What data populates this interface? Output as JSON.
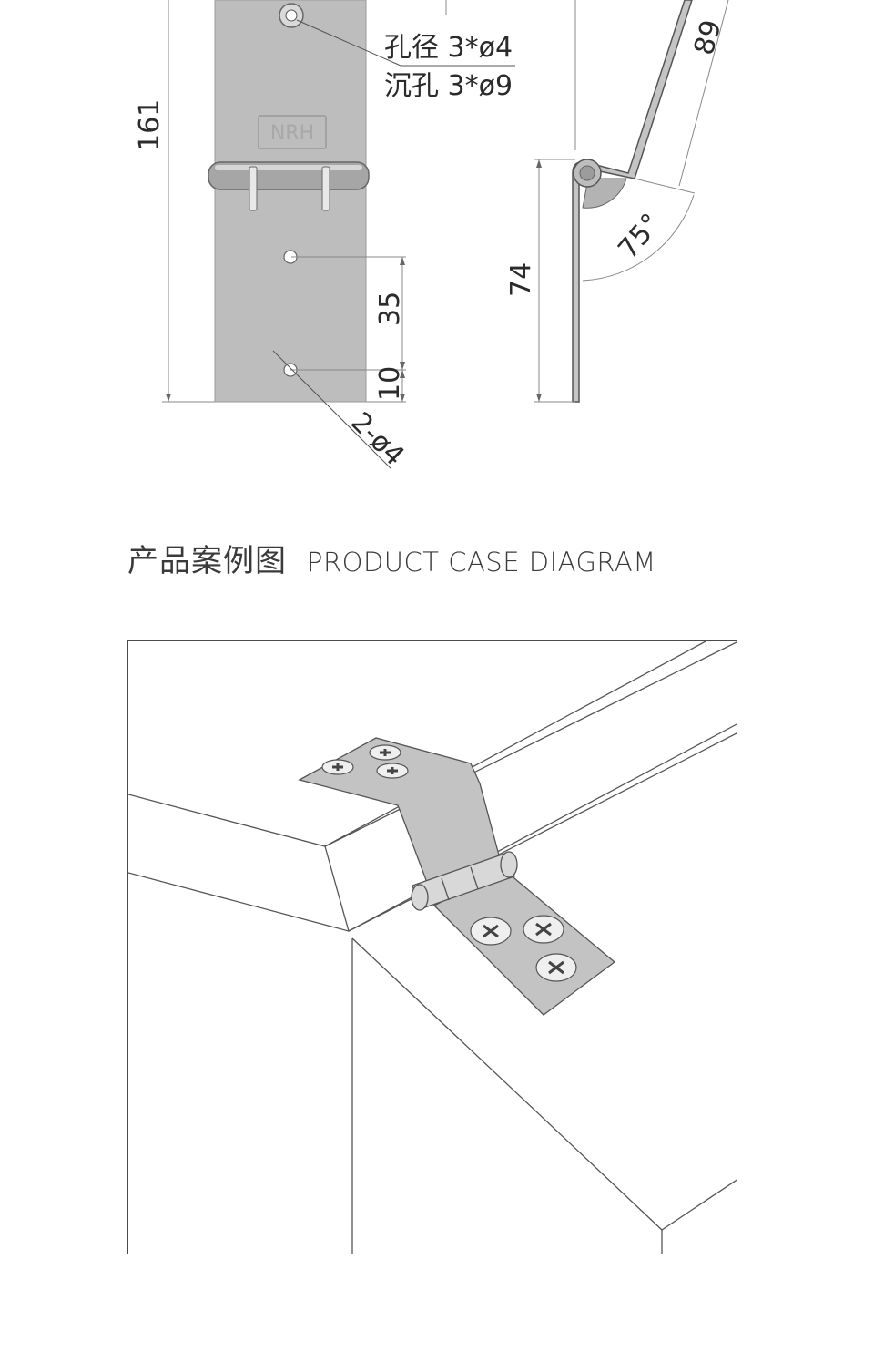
{
  "technical_drawing": {
    "label_hole_diameter": "孔径 3*ø4",
    "label_countersink": "沉孔 3*ø9",
    "dim_total_length": "161",
    "dim_hole_spacing": "35",
    "dim_edge_offset": "10",
    "label_bottom_holes": "2-ø4",
    "dim_short_leaf": "74",
    "dim_long_leaf": "89",
    "dim_angle": "75°",
    "logo_text": "NRH"
  },
  "section": {
    "title_cn": "产品案例图",
    "title_en": "PRODUCT CASE DIAGRAM"
  },
  "colors": {
    "metal": "#bdbdbd",
    "metal_dark": "#8c8c8c",
    "line": "#333333",
    "text": "#3a3a3a"
  }
}
